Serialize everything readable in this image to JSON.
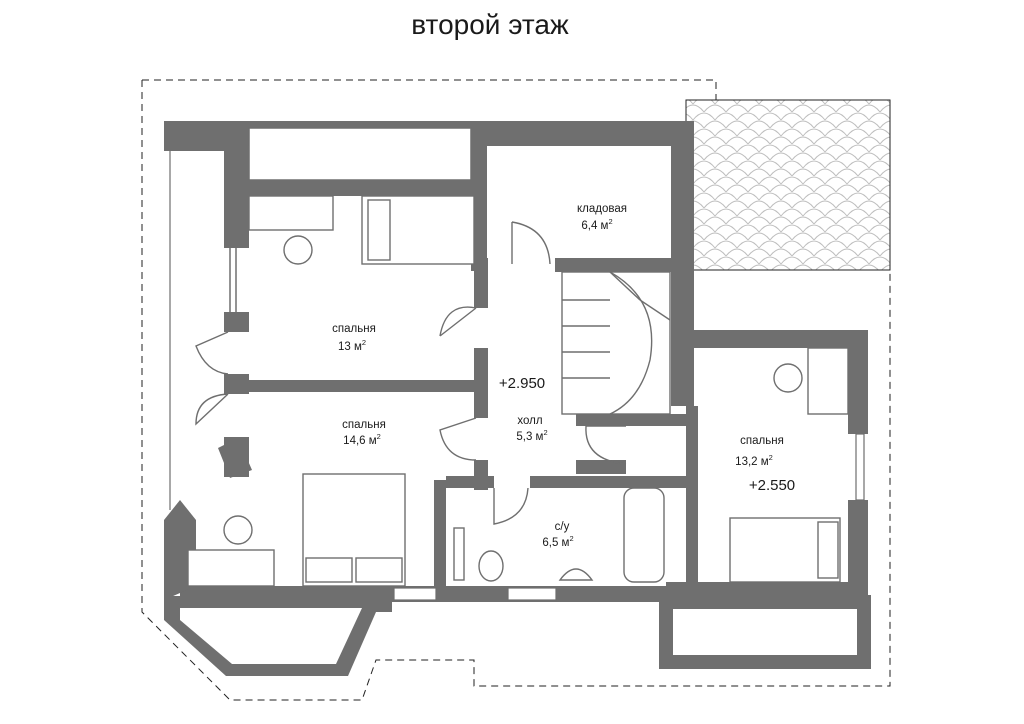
{
  "title": "второй этаж",
  "rooms": [
    {
      "name": "кладовая",
      "area": "6,4 м",
      "unit_sup": "2"
    },
    {
      "name": "спальня",
      "area": "13 м",
      "unit_sup": "2"
    },
    {
      "name": "спальня",
      "area": "14,6 м",
      "unit_sup": "2"
    },
    {
      "name": "холл",
      "area": "5,3 м",
      "unit_sup": "2"
    },
    {
      "name": "с/у",
      "area": "6,5 м",
      "unit_sup": "2"
    },
    {
      "name": "спальня",
      "area": "13,2 м",
      "unit_sup": "2"
    }
  ],
  "levels": [
    "+2.950",
    "+2.550"
  ],
  "colors": {
    "wall": "#6f6f6f",
    "background": "#ffffff",
    "text": "#1a1a1a"
  }
}
